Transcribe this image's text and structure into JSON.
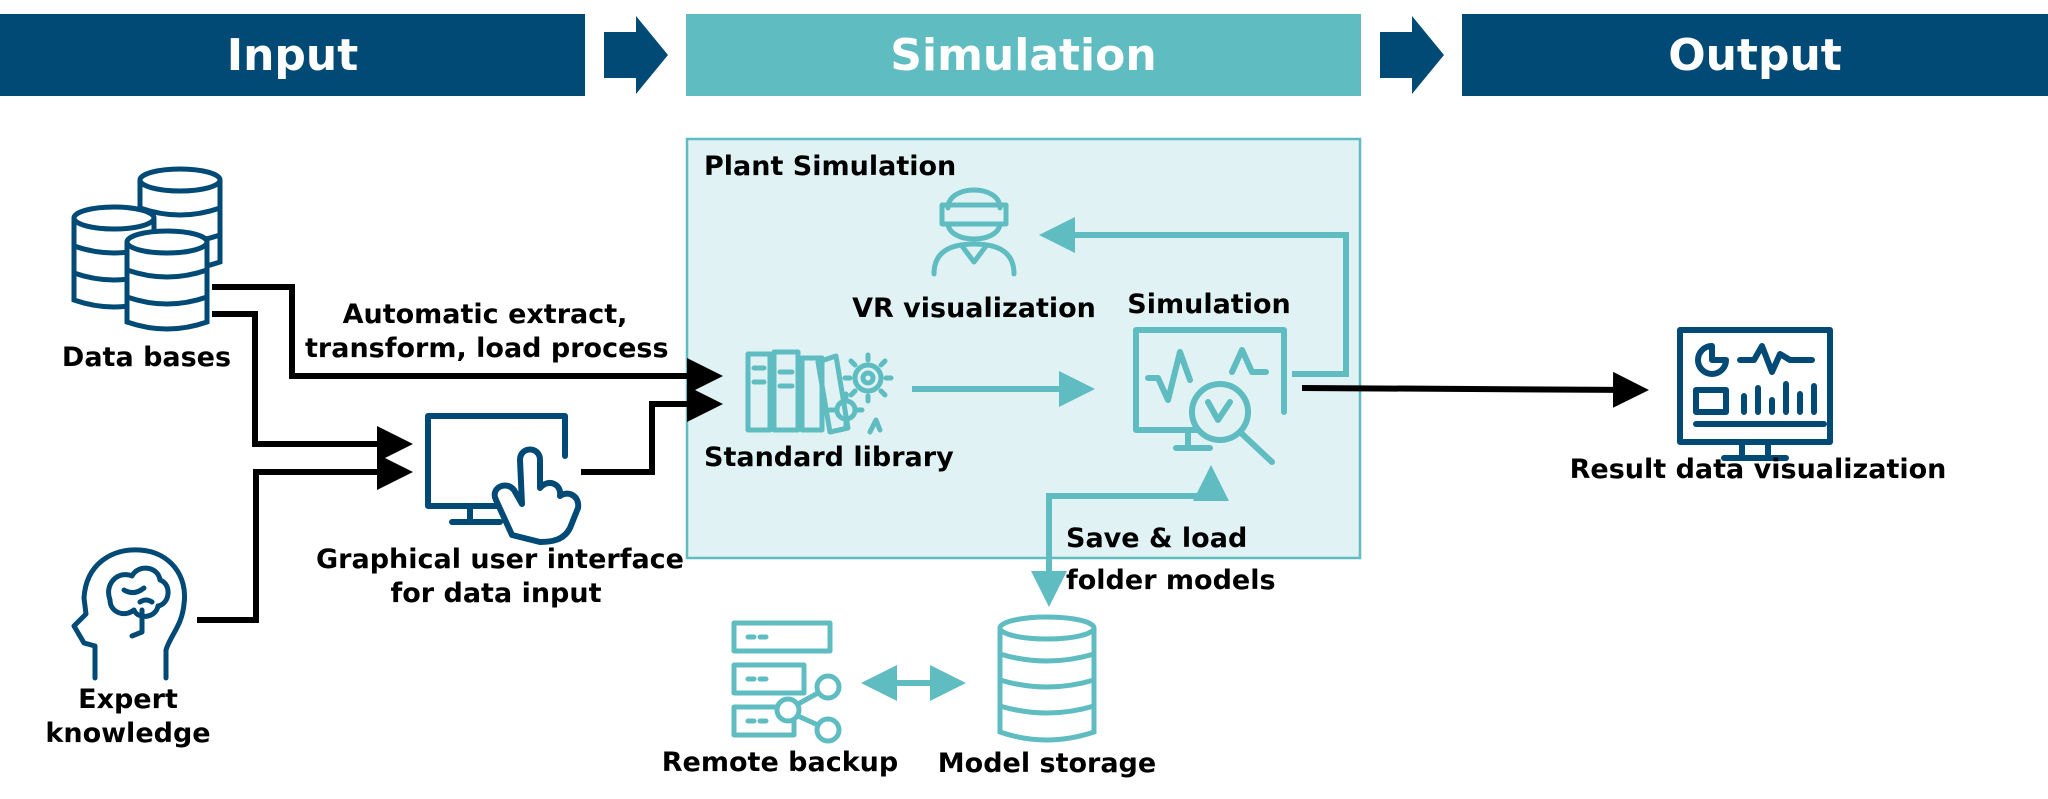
{
  "stages": {
    "input": "Input",
    "simulation": "Simulation",
    "output": "Output"
  },
  "plant_box_title": "Plant Simulation",
  "labels": {
    "databases": "Data bases",
    "etl_line1": "Automatic extract,",
    "etl_line2": "transform, load process",
    "gui_line1": "Graphical user interface",
    "gui_line2": "for data input",
    "expert_line1": "Expert",
    "expert_line2": "knowledge",
    "vr": "VR visualization",
    "simulation": "Simulation",
    "standard_library": "Standard library",
    "save_line1": "Save & load",
    "save_line2": "folder models",
    "remote_backup": "Remote backup",
    "model_storage": "Model storage",
    "result": "Result data visualization"
  },
  "colors": {
    "dark_blue": "#004a75",
    "teal": "#5fbcc1",
    "plant_box_fill": "#e0f2f3",
    "arrow_black": "#000000"
  },
  "icons": {
    "databases": "database-stack-icon",
    "expert": "brain-head-icon",
    "gui": "touch-monitor-icon",
    "vr": "vr-headset-person-icon",
    "library": "books-gears-icon",
    "simulation": "monitor-magnifier-icon",
    "remote_backup": "server-share-icon",
    "model_storage": "database-icon",
    "result": "dashboard-monitor-icon"
  }
}
